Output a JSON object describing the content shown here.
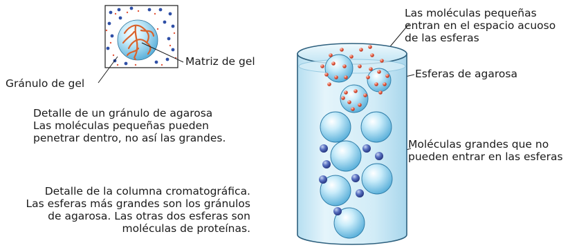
{
  "labels": {
    "matriz": "Matriz de gel",
    "granulo": "Gránulo de gel",
    "small_molecules": [
      "Las moléculas pequeñas",
      "entran en el espacio acuoso",
      "de las esferas"
    ],
    "spheres": "Esferas de agarosa",
    "large_molecules": [
      "Moléculas grandes que no",
      "pueden entrar en las esferas"
    ]
  },
  "captions": {
    "granule_detail": [
      "Detalle de un gránulo de agarosa",
      "Las moléculas pequeñas pueden",
      "penetrar dentro, no así las grandes."
    ],
    "column_detail": [
      "Detalle de la columna cromatográfica.",
      "Las esferas más grandes son los gránulos",
      "de agarosa. Las otras dos esferas son",
      "moléculas de proteínas."
    ]
  },
  "colors": {
    "bead": "#8fd3ef",
    "small_molecule": "#e2553a",
    "large_molecule": "#2f4fa6",
    "gel_fiber": "#d9622b",
    "column": "#cfeaf6"
  }
}
